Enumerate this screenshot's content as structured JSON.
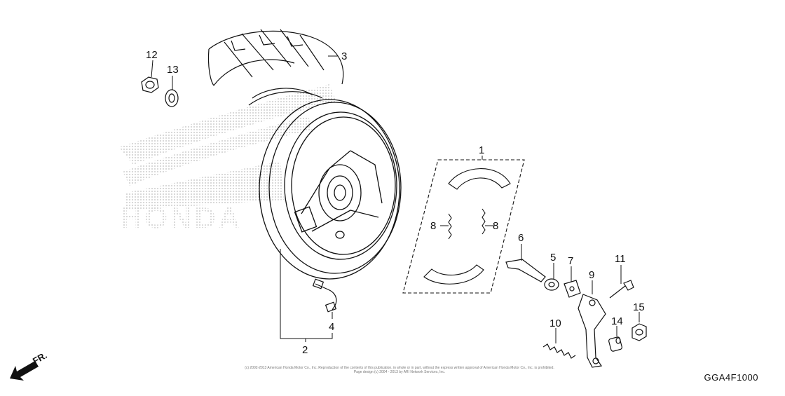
{
  "diagram": {
    "drawing_code": "GGA4F1000",
    "direction_label": "FR.",
    "copyright_line1": "(c) 2002-2013 American Honda Motor Co., Inc. Reproduction of the contents of this publication, in whole or in part, without the express written approval of American Honda Motor Co., Inc. is prohibited.",
    "copyright_line2": "Page design (c) 2004 - 2013 by ARI Network Services, Inc.",
    "watermark_text": "HONDA",
    "callouts": [
      "1",
      "2",
      "3",
      "4",
      "5",
      "6",
      "7",
      "8",
      "8",
      "9",
      "10",
      "11",
      "12",
      "13",
      "14",
      "15"
    ]
  },
  "colors": {
    "line": "#111111",
    "watermark": "#cfcfcf"
  }
}
